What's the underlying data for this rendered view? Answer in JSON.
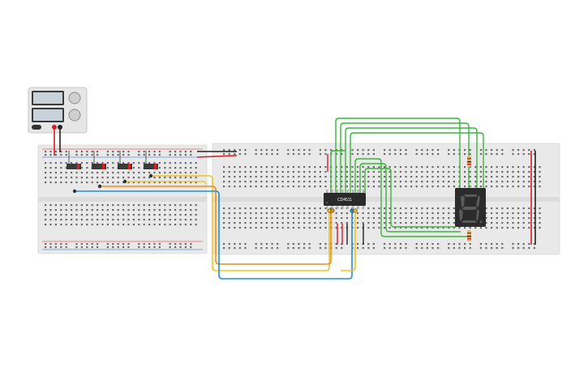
{
  "workspace": {
    "background": "#ffffff"
  },
  "power_supply": {
    "body_color": "#e6e6e6",
    "display_color": "#c9d2d8",
    "terminal_pos_color": "#d4202a",
    "terminal_neg_color": "#222222"
  },
  "ic": {
    "label": "CD4511",
    "color": "#2a2a2a",
    "pin_count": 16
  },
  "seven_segment": {
    "body_color": "#2b2b2b",
    "segment_off_color": "#5a5a5a",
    "digit_shown": "8"
  },
  "switches": {
    "count": 4,
    "body_color": "#3a3a3a"
  },
  "wire_colors": {
    "green": "#3cb53c",
    "orange": "#f08c1a",
    "yellow": "#f0c419",
    "blue": "#1f8fd1",
    "red": "#d4202a",
    "black": "#222222"
  },
  "breadboards": {
    "small": {
      "rows": 30
    },
    "large": {
      "rows": 60
    }
  }
}
